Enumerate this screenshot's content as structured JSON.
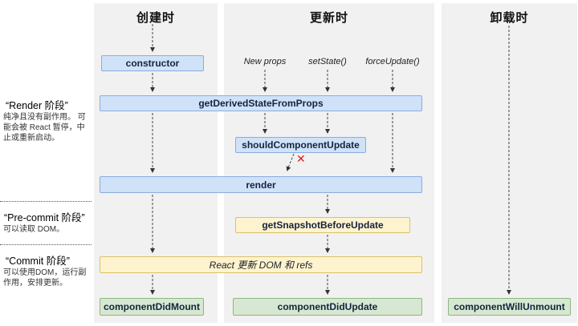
{
  "columns": [
    {
      "title": "创建时"
    },
    {
      "title": "更新时"
    },
    {
      "title": "卸载时"
    }
  ],
  "sidebar": {
    "render_phase": {
      "title": "“Render 阶段”",
      "desc": "纯净且没有副作用。 可能会被 React 暂停，中止或重新启动。"
    },
    "precommit_phase": {
      "title": "“Pre-commit 阶段”",
      "desc": "可以读取 DOM。"
    },
    "commit_phase": {
      "title": "“Commit 阶段”",
      "desc": "可以使用DOM，运行副作用，安排更新。"
    }
  },
  "triggers": [
    {
      "label": "New props"
    },
    {
      "label": "setState()"
    },
    {
      "label": "forceUpdate()"
    }
  ],
  "boxes": {
    "ctor": "constructor",
    "getDerivedStateFromProps": "getDerivedStateFromProps",
    "shouldComponentUpdate": "shouldComponentUpdate",
    "render": "render",
    "getSnapshotBeforeUpdate": "getSnapshotBeforeUpdate",
    "reactUpdates": "React 更新 DOM 和 refs",
    "componentDidMount": "componentDidMount",
    "componentDidUpdate": "componentDidUpdate",
    "componentWillUnmount": "componentWillUnmount"
  },
  "abort_mark": "✕",
  "colors": {
    "panel_bg": "#f1f1f1",
    "box_blue": "#cfe2f8",
    "box_yellow": "#fdf3cf",
    "box_green": "#d6e8d2",
    "abort_red": "#e02020"
  }
}
